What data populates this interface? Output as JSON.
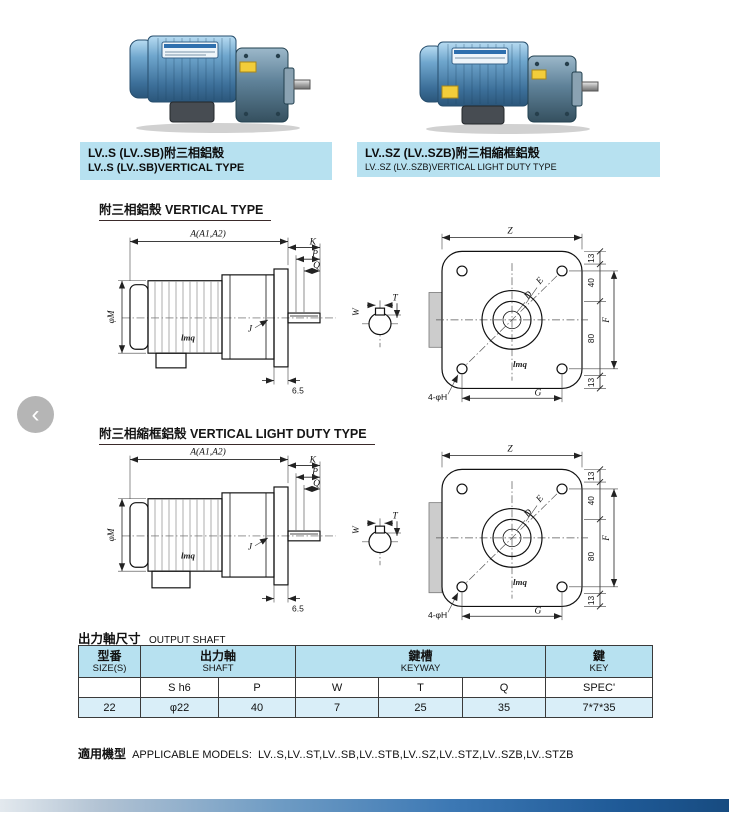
{
  "nav": {
    "prev": "‹"
  },
  "products": [
    {
      "caption_zh": "LV..S (LV..SB)附三相鋁殼",
      "caption_en": "LV..S (LV..SB)VERTICAL TYPE"
    },
    {
      "caption_zh": "LV..SZ (LV..SZB)附三相縮框鋁殼",
      "caption_en": "LV..SZ (LV..SZB)VERTICAL LIGHT DUTY TYPE"
    }
  ],
  "sections": [
    {
      "heading": "附三相鋁殼 VERTICAL TYPE"
    },
    {
      "heading": "附三相縮框鋁殼  VERTICAL LIGHT DUTY TYPE"
    }
  ],
  "drawing": {
    "overall_length": "A(A1,A2)",
    "k": "K",
    "p": "P",
    "q": "Q",
    "motor_dia": "φM",
    "j": "J",
    "flange_gap": "6.5",
    "key_width": "W",
    "key_height": "T",
    "flange_width": "Z",
    "shaft_dia": "D",
    "spigot_dia": "E",
    "bolt_span_v": "F",
    "bolt_span_h": "G",
    "holes": "4-φH",
    "edge_top": "13",
    "mid_top": "40",
    "mid_bottom": "80",
    "edge_bottom": "13",
    "brand": "lmq"
  },
  "table": {
    "title_zh": "出力軸尺寸",
    "title_en": "OUTPUT SHAFT",
    "groups": [
      {
        "zh": "型番",
        "en": "SIZE(S)"
      },
      {
        "zh": "出力軸",
        "en": "SHAFT"
      },
      {
        "zh": "鍵槽",
        "en": "KEYWAY"
      },
      {
        "zh": "鍵",
        "en": "KEY"
      }
    ],
    "subheaders": [
      "S h6",
      "P",
      "W",
      "T",
      "Q",
      "SPEC'"
    ],
    "row": [
      "22",
      "φ22",
      "40",
      "7",
      "25",
      "35",
      "7*7*35"
    ]
  },
  "footer": {
    "zh": "適用機型",
    "label": "APPLICABLE MODELS:",
    "models": "LV..S,LV..ST,LV..SB,LV..STB,LV..SZ,LV..STZ,LV..SZB,LV..STZB"
  }
}
